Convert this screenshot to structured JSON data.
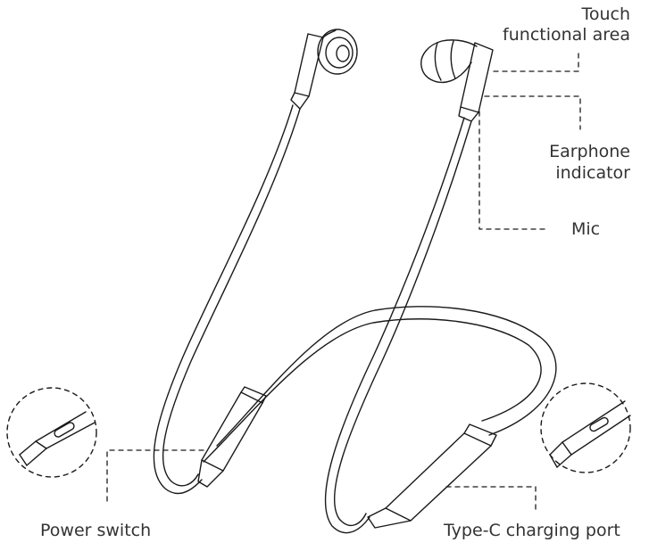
{
  "labels": {
    "touch_line1": "Touch",
    "touch_line2": "functional area",
    "indicator_line1": "Earphone",
    "indicator_line2": "indicator",
    "mic": "Mic",
    "power_switch": "Power switch",
    "type_c": "Type-C charging port"
  },
  "colors": {
    "line": "#1a1a1a",
    "text": "#333333",
    "background": "#ffffff"
  }
}
